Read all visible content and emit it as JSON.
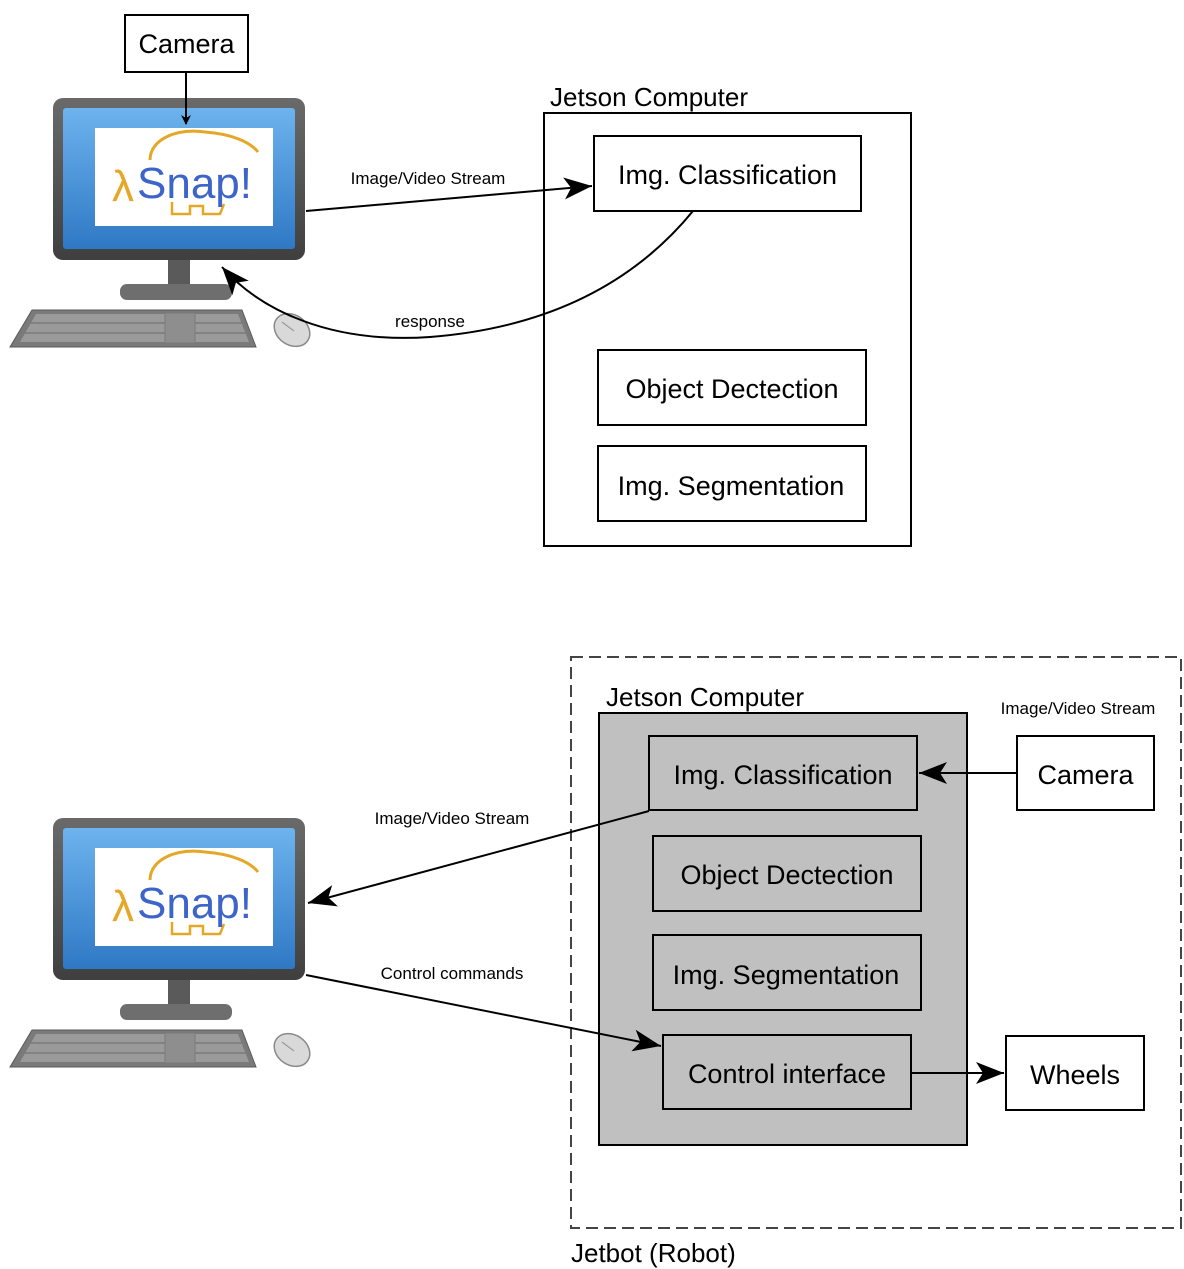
{
  "top": {
    "camera": "Camera",
    "container_title": "Jetson Computer",
    "modules": [
      "Img. Classification",
      "Object Dectection",
      "Img. Segmentation"
    ],
    "edge_stream": "Image/Video Stream",
    "edge_response": "response",
    "logo": "λSnap!"
  },
  "bottom": {
    "robot_title": "Jetbot (Robot)",
    "container_title": "Jetson Computer",
    "modules": [
      "Img. Classification",
      "Object Dectection",
      "Img. Segmentation",
      "Control interface"
    ],
    "camera": "Camera",
    "wheels": "Wheels",
    "edge_camera_stream": "Image/Video Stream",
    "edge_stream": "Image/Video Stream",
    "edge_control": "Control commands",
    "logo": "λSnap!"
  },
  "colors": {
    "monitor_frame": "#555555",
    "screen_blue": "#3f8ed8",
    "logo_blue": "#3d64c9",
    "logo_gold": "#e5a726",
    "container_grey": "#c0c0c0"
  }
}
